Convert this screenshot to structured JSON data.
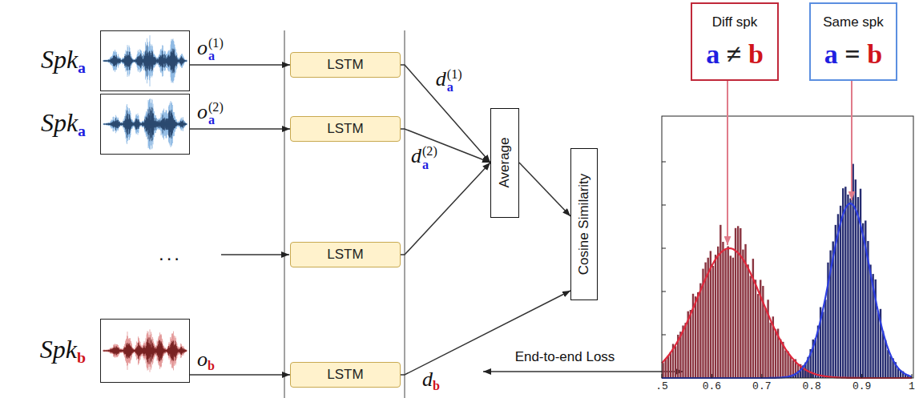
{
  "diagram": {
    "nodes": [
      {
        "text": [
          "Spka"
        ]
      },
      {
        "text": [
          "LSTM"
        ]
      },
      {
        "text": [
          "Spka"
        ]
      },
      {
        "text": [
          "LSTM"
        ]
      },
      {
        "text": [
          "LSTM"
        ]
      },
      {
        "text": [
          "Spkb"
        ]
      },
      {
        "text": [
          "LSTM"
        ]
      },
      {
        "text": [
          "Average"
        ]
      },
      {
        "text": [
          "Cosine Similarity"
        ]
      },
      {
        "text": [
          "Diff spk",
          "a ≠ b"
        ]
      },
      {
        "text": [
          "Same spk",
          "a = b"
        ]
      }
    ],
    "edges": [
      {
        "from": 0,
        "to": 1,
        "label": "oa(1)",
        "arrow": "to"
      },
      {
        "from": 2,
        "to": 3,
        "label": "oa(2)",
        "arrow": "to"
      },
      {
        "from": 5,
        "to": 6,
        "label": "ob",
        "arrow": "to"
      },
      {
        "from": 1,
        "to": 7,
        "label": "da(1)",
        "arrow": "to"
      },
      {
        "from": 3,
        "to": 7,
        "label": "da(2)",
        "arrow": "to"
      },
      {
        "from": 4,
        "to": 7,
        "arrow": "to"
      },
      {
        "from": 7,
        "to": 8,
        "arrow": "to"
      },
      {
        "from": 6,
        "to": 8,
        "label": "db",
        "arrow": "to"
      }
    ],
    "labels": [
      "...",
      "End-to-end Loss",
      ".5",
      "0.6",
      "0.7",
      "0.8",
      "0.9",
      "1"
    ]
  }
}
